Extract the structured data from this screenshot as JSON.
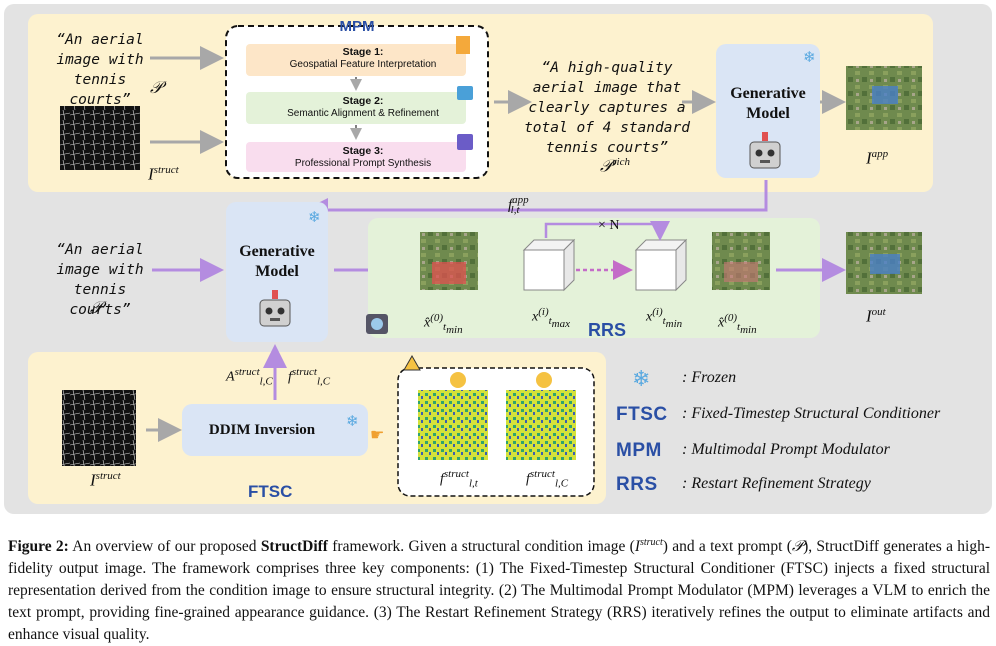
{
  "mpm": {
    "title": "MPM",
    "stage1_title": "Stage 1:",
    "stage1_desc": "Geospatial Feature Interpretation",
    "stage2_title": "Stage 2:",
    "stage2_desc": "Semantic Alignment & Refinement",
    "stage3_title": "Stage 3:",
    "stage3_desc": "Professional Prompt Synthesis"
  },
  "prompt_top": [
    "“An aerial",
    "image with",
    "tennis courts”"
  ],
  "prompt_mid": [
    "“An aerial",
    "image with",
    "tennis courts”"
  ],
  "rich_prompt": [
    "“A high-quality",
    "aerial image that",
    "clearly captures a",
    "total of 4 standard",
    "tennis courts”"
  ],
  "gen_model_label": "Generative Model",
  "ddim_label": "DDIM Inversion",
  "ftsc_label": "FTSC",
  "rrs_label": "RRS",
  "times_n": "× N",
  "legend": [
    {
      "key": "",
      "text": ": Frozen"
    },
    {
      "key": "FTSC",
      "text": ": Fixed-Timestep Structural Conditioner"
    },
    {
      "key": "MPM",
      "text": ": Multimodal Prompt Modulator"
    },
    {
      "key": "RRS",
      "text": ": Restart Refinement Strategy"
    }
  ],
  "caption": {
    "fig_label": "Figure 2:",
    "part1": " An overview of our proposed ",
    "name": "StructDiff",
    "part2": " framework. Given a structural condition image (",
    "part3": ") and a text prompt (",
    "part4": "), StructDiff generates a high-fidelity output image. The framework comprises three key components: (1) The Fixed-Timestep Structural Conditioner (FTSC) injects a fixed structural representation derived from the condition image to ensure structural integrity. (2) The Multimodal Prompt Modulator (MPM) leverages a VLM to enrich the text prompt, providing fine-grained appearance guidance. (3) The Restart Refinement Strategy (RRS) iteratively refines the output to eliminate artifacts and enhance visual quality."
  },
  "colors": {
    "panel_bg": "#e3e3e3",
    "yellow": "#fdf2cf",
    "green": "#e4f2d9",
    "blue_box": "#dae5f5",
    "purple_arrow": "#b48ce0",
    "gray_arrow": "#a8a8a8",
    "accent_blue": "#2a4fa5"
  }
}
